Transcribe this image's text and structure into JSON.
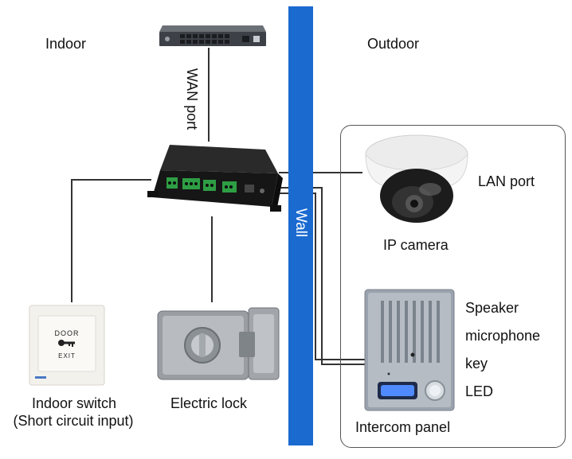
{
  "labels": {
    "indoor": "Indoor",
    "outdoor": "Outdoor",
    "wan_port": "WAN port",
    "wall": "Wall",
    "lan_port": "LAN port",
    "ip_camera": "IP camera",
    "speaker": "Speaker",
    "microphone": "microphone",
    "key": "key",
    "led": "LED",
    "intercom_panel": "Intercom panel",
    "indoor_switch_line1": "Indoor switch",
    "indoor_switch_line2": "(Short circuit input)",
    "electric_lock": "Electric lock",
    "door_sign_line1": "DOOR",
    "door_sign_line2": "EXIT"
  },
  "colors": {
    "wall": "#1a6ad0",
    "line": "#333333",
    "device_dark": "#1e1e1e",
    "terminal_green": "#2e9e44",
    "led_blue": "#4f8bff"
  }
}
